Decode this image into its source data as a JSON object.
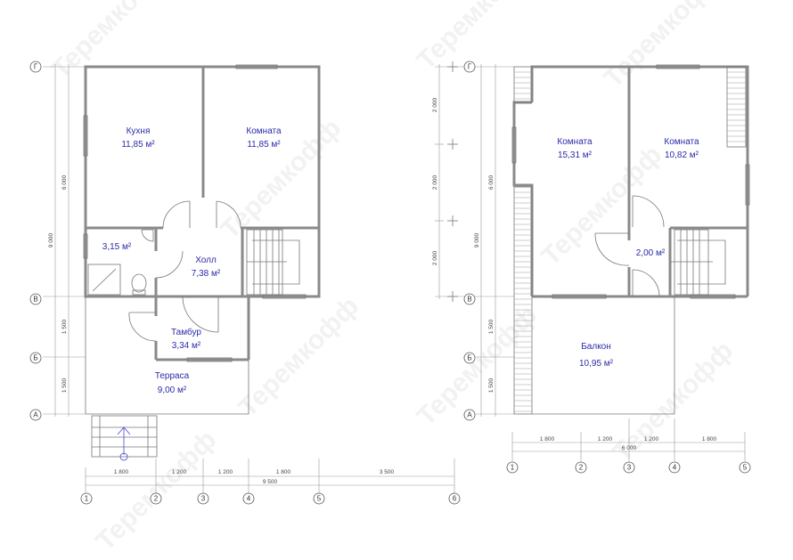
{
  "watermark": "Теремкофф",
  "ground_floor": {
    "rooms": [
      {
        "name": "Кухня",
        "area": "11,85 м²"
      },
      {
        "name": "Комната",
        "area": "11,85 м²"
      },
      {
        "name": "",
        "area": "3,15 м²"
      },
      {
        "name": "Холл",
        "area": "7,38 м²"
      },
      {
        "name": "Тамбур",
        "area": "3,34 м²"
      },
      {
        "name": "Терраса",
        "area": "9,00 м²"
      }
    ],
    "axes_rows": [
      "Г",
      "В",
      "Б",
      "А"
    ],
    "axes_cols": [
      "1",
      "2",
      "3",
      "4",
      "5",
      "6"
    ],
    "dims_vertical": {
      "total": "9 000",
      "parts": [
        "6 000",
        "1 500",
        "1 500"
      ]
    },
    "dims_horizontal": {
      "parts": [
        "1 800",
        "1 200",
        "1 200",
        "1 800",
        "3 500"
      ],
      "total": "9 500"
    }
  },
  "upper_floor": {
    "rooms": [
      {
        "name": "Комната",
        "area": "15,31 м²"
      },
      {
        "name": "Комната",
        "area": "10,82 м²"
      },
      {
        "name": "",
        "area": "2,00 м²"
      },
      {
        "name": "Балкон",
        "area": "10,95 м²"
      }
    ],
    "axes_rows": [
      "Г",
      "В",
      "Б",
      "А"
    ],
    "axes_cols": [
      "1",
      "2",
      "3",
      "4",
      "5"
    ],
    "dims_vertical": {
      "outer": [
        "2 000",
        "2 000",
        "2 000"
      ],
      "total": "9 000",
      "parts": [
        "6 000",
        "1 500",
        "1 500"
      ]
    },
    "dims_horizontal": {
      "parts": [
        "1 800",
        "1 200",
        "1 200",
        "1 800"
      ],
      "total": "6 000"
    }
  }
}
